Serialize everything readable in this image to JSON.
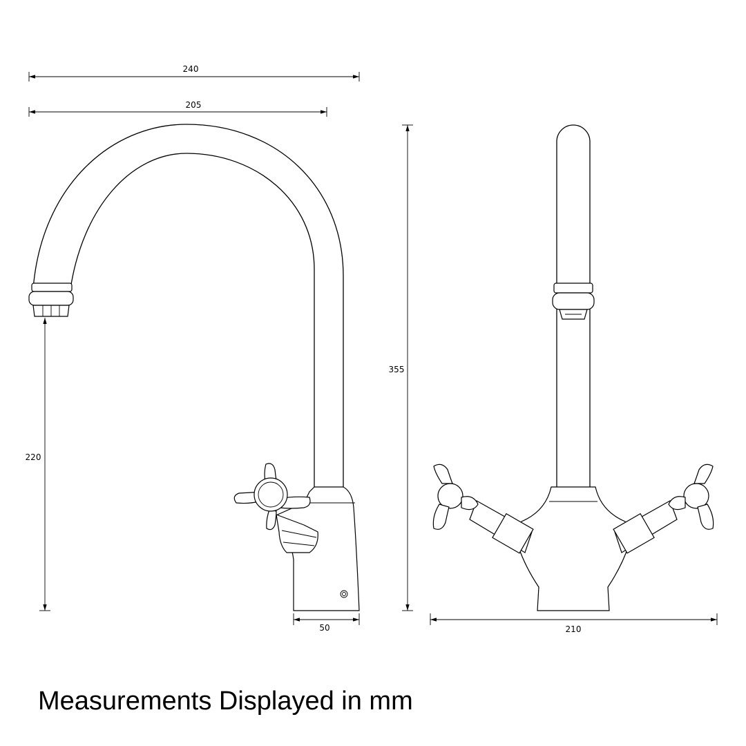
{
  "dimensions": {
    "overall_reach": "240",
    "spout_reach": "205",
    "overall_height": "355",
    "spout_height": "220",
    "base_depth": "50",
    "overall_width": "210"
  },
  "caption": "Measurements Displayed in mm"
}
